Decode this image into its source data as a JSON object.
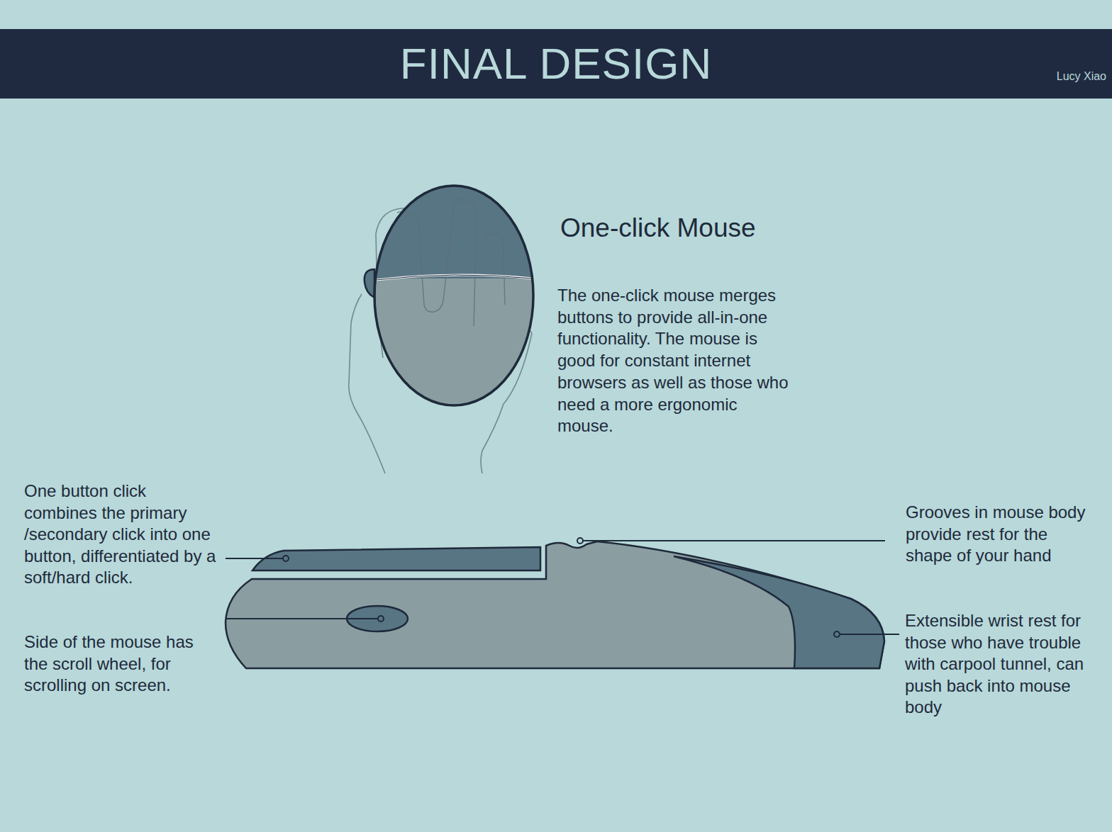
{
  "diagram": {
    "title": "FINAL DESIGN",
    "labels": [
      "Lucy Xiao",
      "One-click Mouse",
      "The one-click mouse merges buttons to provide all-in-one functionality. The mouse is good for constant internet browsers as well as those who need a more ergonomic mouse.",
      "One button click combines the primary /secondary click into one button, differentiated by a soft/hard click.",
      "Side of the mouse has the scroll wheel, for scrolling on screen.",
      "Grooves in mouse body provide rest for the shape of your hand",
      "Extensible wrist rest for those who have trouble with carpool tunnel, can push back into mouse body"
    ]
  }
}
